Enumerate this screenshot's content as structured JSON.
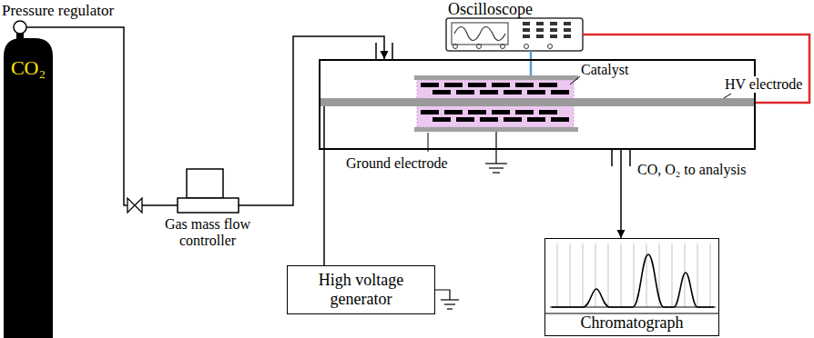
{
  "diagram": {
    "nodes": [
      {
        "text": [
          "CO₂"
        ]
      },
      {
        "text": [
          "Gas mass flow controller"
        ]
      },
      {
        "text": [
          "Catalyst"
        ]
      },
      {
        "text": [
          "Oscilloscope"
        ]
      },
      {
        "text": [
          "High voltage generator"
        ]
      },
      {
        "text": [
          "Chromatograph"
        ]
      }
    ],
    "edges": [
      {
        "from": 0,
        "to": 1,
        "arrow": "none"
      },
      {
        "from": 1,
        "to": 2,
        "arrow": "to"
      },
      {
        "from": 2,
        "to": 5,
        "label": "CO, O₂ to analysis",
        "arrow": "to"
      },
      {
        "from": 4,
        "to": 2,
        "arrow": "none"
      },
      {
        "from": 3,
        "to": 2,
        "arrow": "none"
      },
      {
        "from": 3,
        "to": 2,
        "arrow": "none"
      }
    ],
    "labels": [
      "Pressure regulator",
      "HV electrode",
      "Ground electrode"
    ]
  }
}
